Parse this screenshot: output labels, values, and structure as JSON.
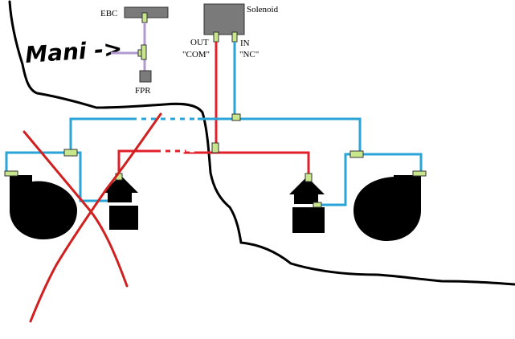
{
  "labels": {
    "ebc": "EBC",
    "fpr": "FPR",
    "solenoid": "Solenoid",
    "out": "OUT",
    "com": "\"COM\"",
    "in": "IN",
    "nc": "\"NC\""
  },
  "handwriting": {
    "mani": "Mani ->"
  },
  "colors": {
    "blue_line": "#2aa3d6",
    "red_line": "#e0202a",
    "purple_line": "#b09ad0",
    "fitting": "#c8e68c",
    "component_gray": "#7a7a7a",
    "ink": "#000000",
    "cross_out": "#d02020"
  }
}
